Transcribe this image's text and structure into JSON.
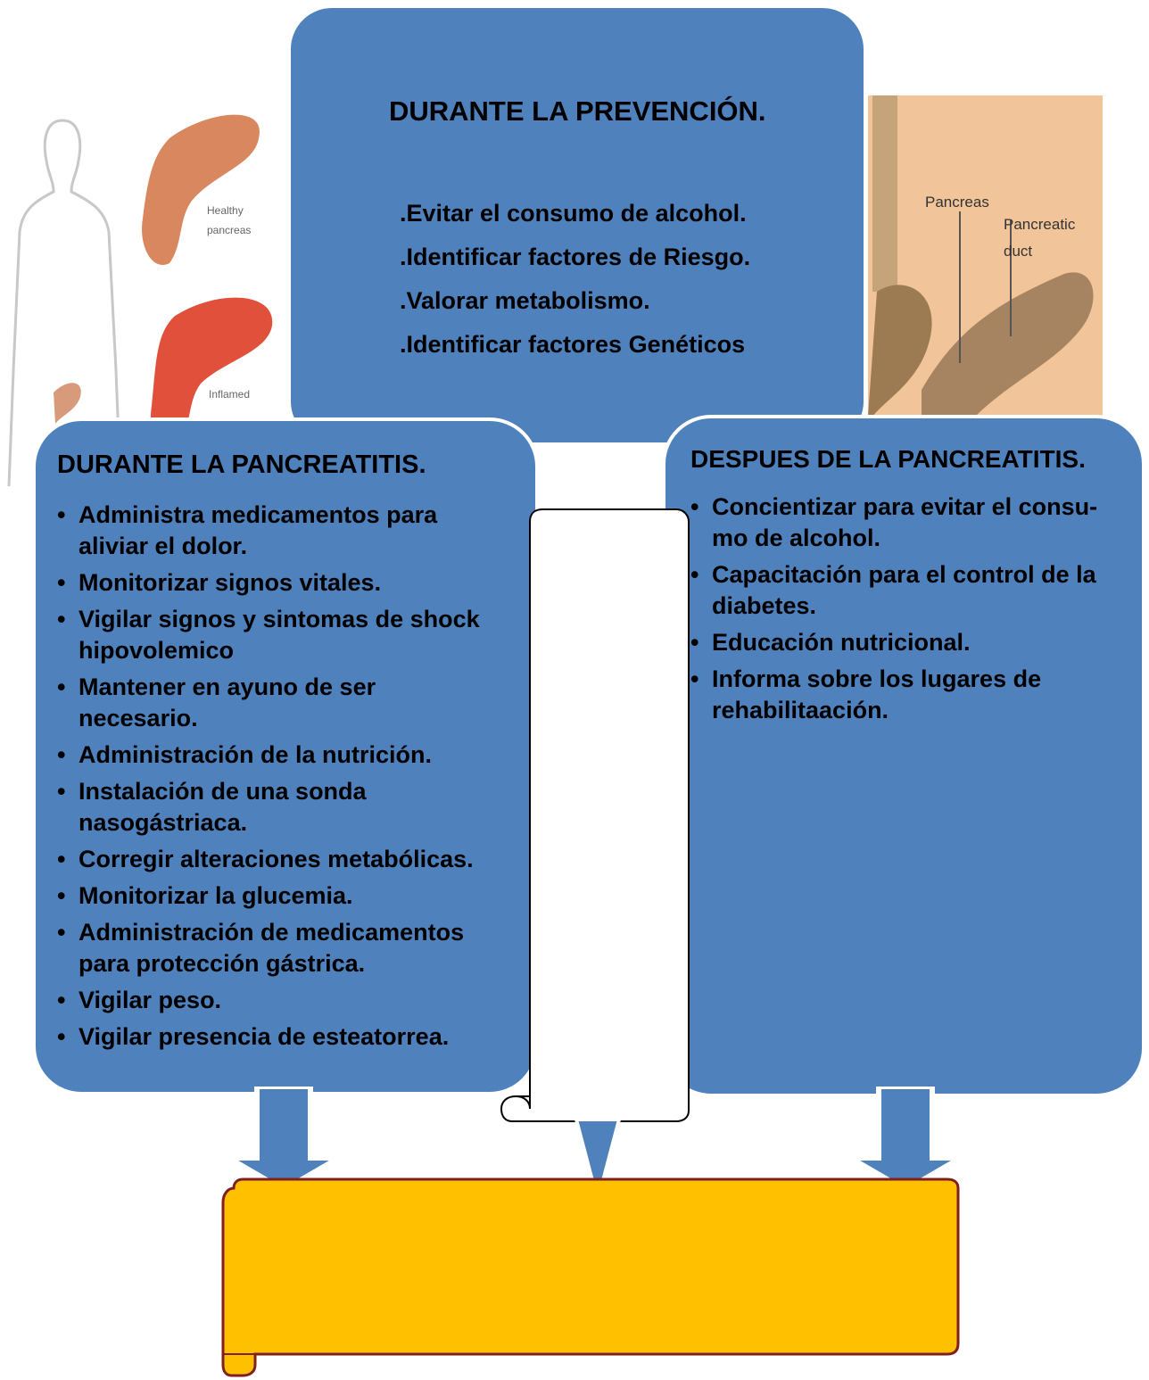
{
  "left_image": {
    "icon": "pancreas-illustration",
    "labels": [
      "Healthy pancreas",
      "Inflamed"
    ]
  },
  "right_image": {
    "icon": "pancreas-anatomy-drawing",
    "labels": [
      "Pancreas",
      "Pancreatic duct"
    ]
  },
  "prevencion": {
    "title": "DURANTE LA PREVENCIÓN.",
    "items": [
      ".Evitar el consumo de alcohol.",
      ".Identificar factores de Riesgo.",
      ".Valorar  metabolismo.",
      ".Identificar factores Genéticos"
    ]
  },
  "durante": {
    "title": "DURANTE LA PANCREATITIS.",
    "items": [
      "Administra medicamentos para aliviar el dolor.",
      "Monitorizar signos vitales.",
      "Vigilar signos y sintomas de shock hipovolemico",
      "Mantener en ayuno de ser necesario.",
      "Administración de la nutrición.",
      "Instalación de una sonda nasogástriaca.",
      "Corregir alteraciones metabólicas.",
      "Monitorizar la glucemia.",
      "Administración de  medicamentos para protección gástrica.",
      "Vigilar peso.",
      "Vigilar presencia de esteatorrea."
    ]
  },
  "despues": {
    "title": "DESPUES DE LA PANCREATITIS.",
    "items": [
      "Concientizar para evitar  el consu-mo de  alcohol.",
      "Capacitación  para el control de la diabetes.",
      "Educación nutricional.",
      "Informa sobre los lugares de rehabilitaación."
    ]
  },
  "colors": {
    "box_blue": "#4f81bd",
    "result_yellow": "#ffc000",
    "scroll_outline": "#000000"
  }
}
